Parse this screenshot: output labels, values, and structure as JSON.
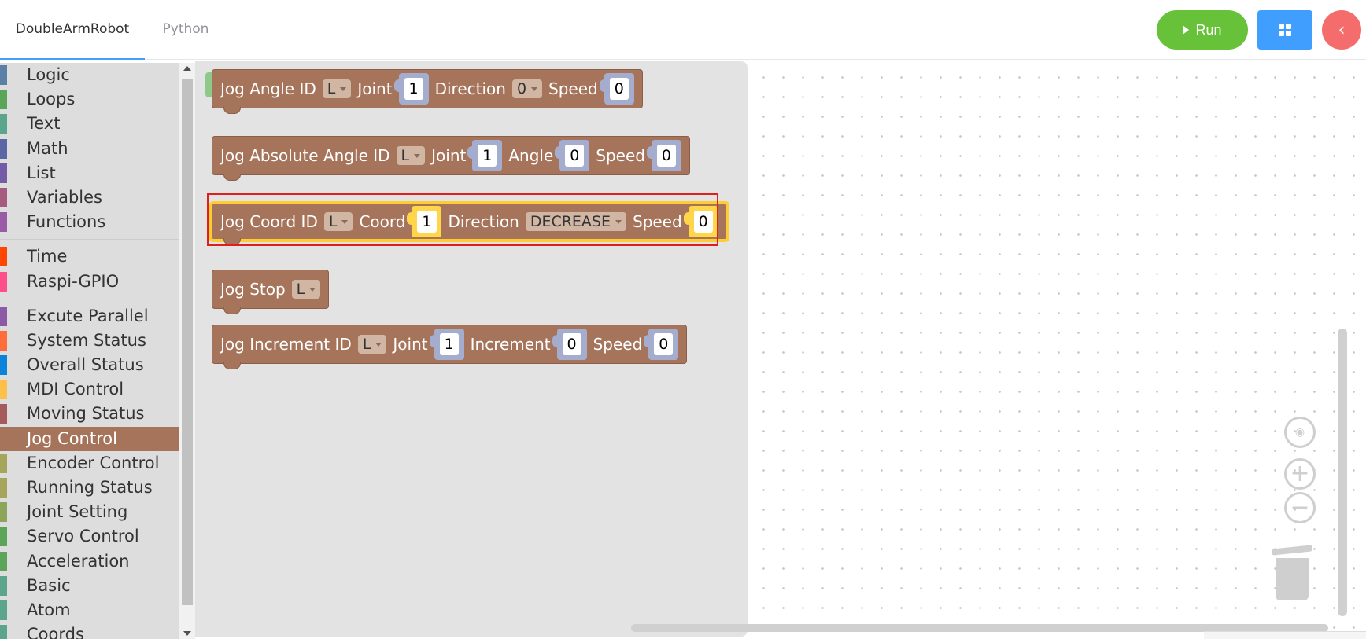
{
  "header": {
    "tabs": [
      {
        "label": "DoubleArmRobot",
        "active": true
      },
      {
        "label": "Python",
        "active": false
      }
    ],
    "run_label": "Run",
    "back_icon": "chevron-left-icon",
    "grid_icon": "grid-icon"
  },
  "sidebar": {
    "groups": [
      [
        {
          "label": "Logic",
          "color": "#5b80a5"
        },
        {
          "label": "Loops",
          "color": "#5ba55b"
        },
        {
          "label": "Text",
          "color": "#5ba58c"
        },
        {
          "label": "Math",
          "color": "#5b67a5"
        },
        {
          "label": "List",
          "color": "#745ba5"
        },
        {
          "label": "Variables",
          "color": "#a55b80"
        },
        {
          "label": "Functions",
          "color": "#995ba5"
        }
      ],
      [
        {
          "label": "Time",
          "color": "#ff4500"
        },
        {
          "label": "Raspi-GPIO",
          "color": "#ff4f8b"
        }
      ],
      [
        {
          "label": "Excute Parallel",
          "color": "#8b5ba5"
        },
        {
          "label": "System Status",
          "color": "#ff6d3a"
        },
        {
          "label": "Overall Status",
          "color": "#0a84d8"
        },
        {
          "label": "MDI Control",
          "color": "#ffc04a"
        },
        {
          "label": "Moving Status",
          "color": "#a55b5b"
        },
        {
          "label": "Jog Control",
          "color": "#a5745b",
          "selected": true
        },
        {
          "label": "Encoder Control",
          "color": "#a5a55b"
        },
        {
          "label": "Running Status",
          "color": "#a5a55b"
        },
        {
          "label": "Joint Setting",
          "color": "#8ca55b"
        },
        {
          "label": "Servo Control",
          "color": "#5ba55b"
        },
        {
          "label": "Acceleration",
          "color": "#5ba55b"
        },
        {
          "label": "Basic",
          "color": "#5ba58c"
        },
        {
          "label": "Atom",
          "color": "#5ba58c"
        },
        {
          "label": "Coords",
          "color": "#5ba58c"
        }
      ]
    ]
  },
  "blocks": {
    "jog_angle": {
      "title": "Jog Angle ID",
      "id": "L",
      "joint_label": "Joint",
      "joint": "1",
      "direction_label": "Direction",
      "direction": "0",
      "speed_label": "Speed",
      "speed": "0"
    },
    "jog_absolute": {
      "title": "Jog Absolute Angle ID",
      "id": "L",
      "joint_label": "Joint",
      "joint": "1",
      "angle_label": "Angle",
      "angle": "0",
      "speed_label": "Speed",
      "speed": "0"
    },
    "jog_coord": {
      "title": "Jog Coord  ID",
      "id": "L",
      "coord_label": "Coord",
      "coord": "1",
      "direction_label": "Direction",
      "direction": "DECREASE",
      "speed_label": "Speed",
      "speed": "0"
    },
    "jog_stop": {
      "title": "Jog Stop",
      "id": "L"
    },
    "jog_increment": {
      "title": "Jog Increment ID",
      "id": "L",
      "joint_label": "Joint",
      "joint": "1",
      "increment_label": "Increment",
      "increment": "0",
      "speed_label": "Speed",
      "speed": "0"
    }
  },
  "controls": {
    "center_icon": "target-icon",
    "zoom_in_icon": "plus-icon",
    "zoom_out_icon": "minus-icon",
    "trash_icon": "trash-icon"
  }
}
